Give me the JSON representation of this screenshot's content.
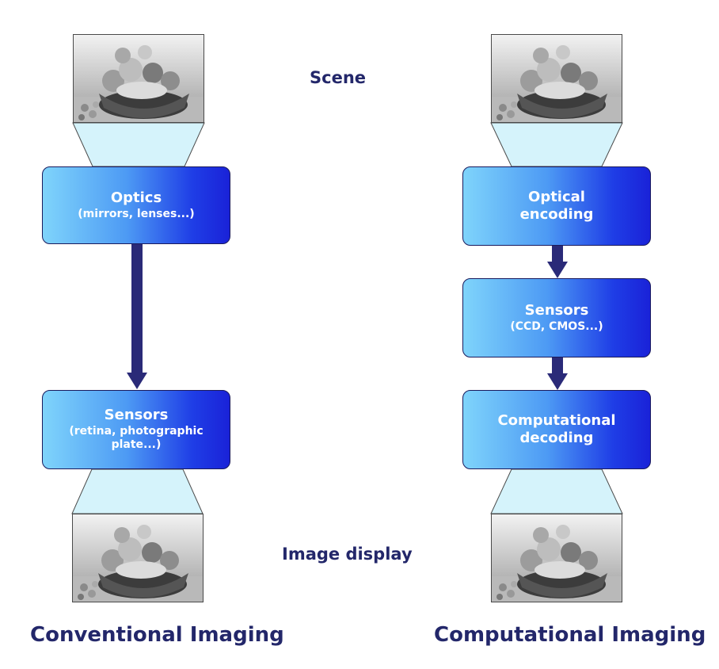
{
  "labels": {
    "scene": "Scene",
    "image_display": "Image display"
  },
  "conventional": {
    "title": "Conventional Imaging",
    "optics_title": "Optics",
    "optics_sub": "(mirrors, lenses...)",
    "sensors_title": "Sensors",
    "sensors_sub_line1": "(retina, photographic",
    "sensors_sub_line2": "plate...)"
  },
  "computational": {
    "title": "Computational Imaging",
    "optical_line1": "Optical",
    "optical_line2": "encoding",
    "sensors_title": "Sensors",
    "sensors_sub": "(CCD, CMOS...)",
    "decoding_line1": "Computational",
    "decoding_line2": "decoding"
  },
  "colors": {
    "text": "#23276a",
    "arrow": "#2a2a78",
    "beam": "#d5f3fb",
    "block_light": "#7fd4fb",
    "block_dark": "#1a22d8"
  }
}
